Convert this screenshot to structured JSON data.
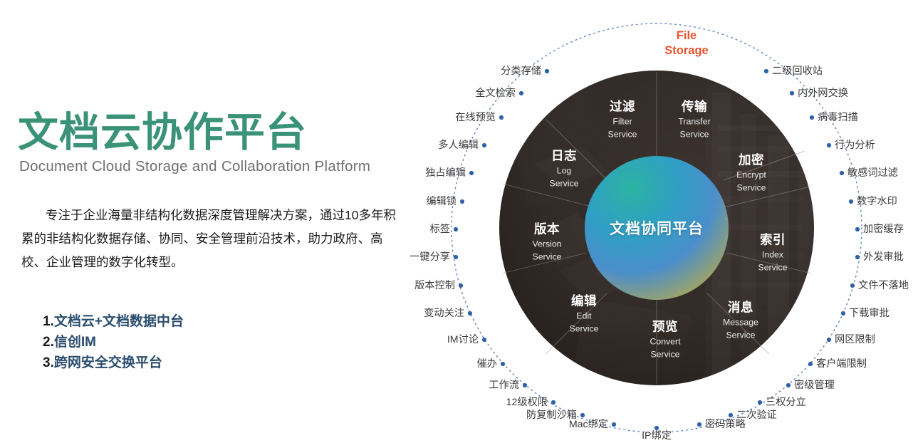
{
  "left": {
    "title": "文档云协作平台",
    "subtitle": "Document  Cloud Storage and Collaboration Platform",
    "paragraph": "专注于企业海量非结构化数据深度管理解决方案，通过10多年积累的非结构化数据存储、协同、安全管理前沿技术，助力政府、高校、企业管理的数字化转型。",
    "title_color": "#3a9277",
    "bullet_color": "#2b4d6e",
    "bullets": [
      {
        "num": "1.",
        "text": "文档云+文档数据中台"
      },
      {
        "num": "2.",
        "text": "信创IM"
      },
      {
        "num": "3.",
        "text": "跨网安全交换平台"
      }
    ]
  },
  "diagram": {
    "storage_title_line1": "File",
    "storage_title_line2": "Storage",
    "storage_title_color": "#e8522c",
    "core_label": "文档协同平台",
    "core_gradient": [
      "#2ab0a6",
      "#3c8fd0",
      "#4a8fcf",
      "#b9a33f"
    ],
    "ring_dot_color": "#2f62a8",
    "wheel_color": "#332b28",
    "segments": [
      {
        "cn": "过滤",
        "en_line1": "Filter",
        "en_line2": "Service"
      },
      {
        "cn": "传输",
        "en_line1": "Transfer",
        "en_line2": "Service"
      },
      {
        "cn": "加密",
        "en_line1": "Encrypt",
        "en_line2": "Service"
      },
      {
        "cn": "索引",
        "en_line1": "Index",
        "en_line2": "Service"
      },
      {
        "cn": "消息",
        "en_line1": "Message",
        "en_line2": "Service"
      },
      {
        "cn": "预览",
        "en_line1": "Convert",
        "en_line2": "Service"
      },
      {
        "cn": "编辑",
        "en_line1": "Edit",
        "en_line2": "Service"
      },
      {
        "cn": "版本",
        "en_line1": "Version",
        "en_line2": "Service"
      },
      {
        "cn": "日志",
        "en_line1": "Log",
        "en_line2": "Service"
      }
    ],
    "ring_labels_left": [
      "分类存储",
      "全文检索",
      "在线预览",
      "多人编辑",
      "独占编辑",
      "编辑锁",
      "标签",
      "一键分享",
      "版本控制",
      "变动关注",
      "IM讨论",
      "催办",
      "工作流",
      "12级权限",
      "防复制沙箱",
      "Mac绑定"
    ],
    "ring_labels_bottom": [
      "IP绑定"
    ],
    "ring_labels_right": [
      "二级回收站",
      "内外网交换",
      "病毒扫描",
      "行为分析",
      "敏感词过滤",
      "数字水印",
      "加密缓存",
      "外发审批",
      "文件不落地",
      "下载审批",
      "网区限制",
      "客户端限制",
      "密级管理",
      "三权分立",
      "二次验证",
      "密码策略"
    ]
  }
}
